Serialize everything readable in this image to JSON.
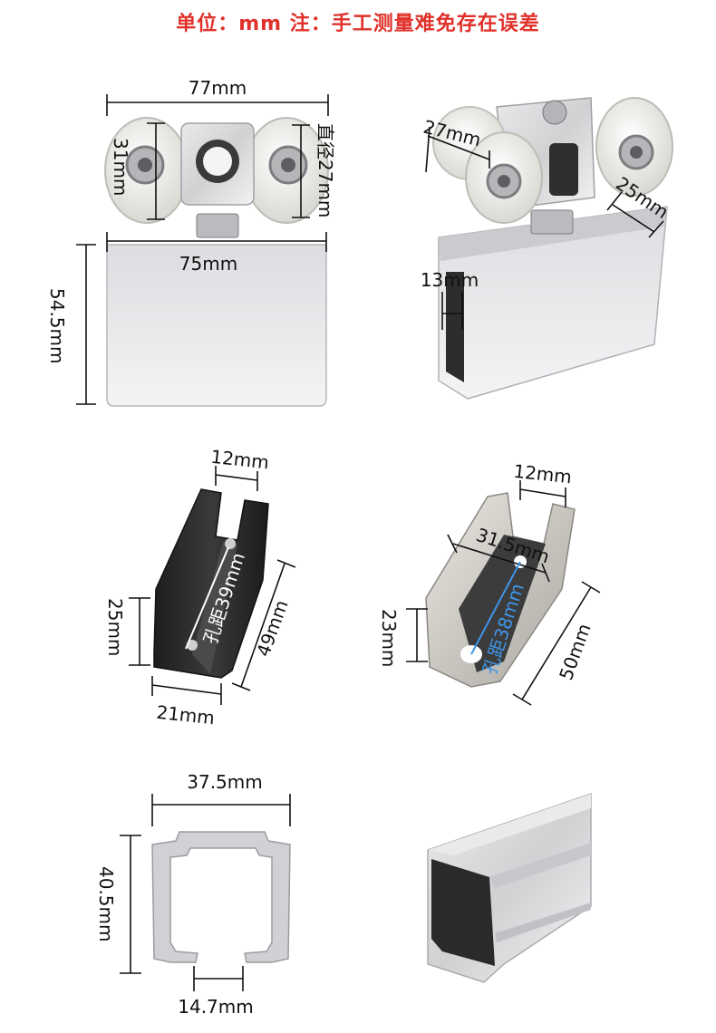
{
  "header": {
    "title": "单位：mm 注：手工测量难免存在误差"
  },
  "panels": {
    "front_roller": {
      "width_top": "77mm",
      "wheel_height": "31mm",
      "wheel_diameter": "直径27mm",
      "width_bottom": "75mm",
      "height": "54.5mm"
    },
    "angled_roller": {
      "wheel_width": "27mm",
      "clamp_depth": "25mm",
      "gap": "13mm"
    },
    "black_clamp": {
      "slot": "12mm",
      "hole_distance": "孔距39mm",
      "height": "25mm",
      "length": "49mm",
      "width": "21mm"
    },
    "steel_clamp": {
      "slot": "12mm",
      "width": "31.5mm",
      "hole_distance": "孔距38mm",
      "height": "23mm",
      "length": "50mm"
    },
    "track_profile": {
      "width": "37.5mm",
      "height": "40.5mm",
      "opening": "14.7mm"
    }
  },
  "colors": {
    "title_red": "#e0312b",
    "measure_blue": "#3f95e8",
    "aluminium": "#d9dadb",
    "black_rubber": "#2a2a2a",
    "wheel_white": "#f2f2ef"
  }
}
